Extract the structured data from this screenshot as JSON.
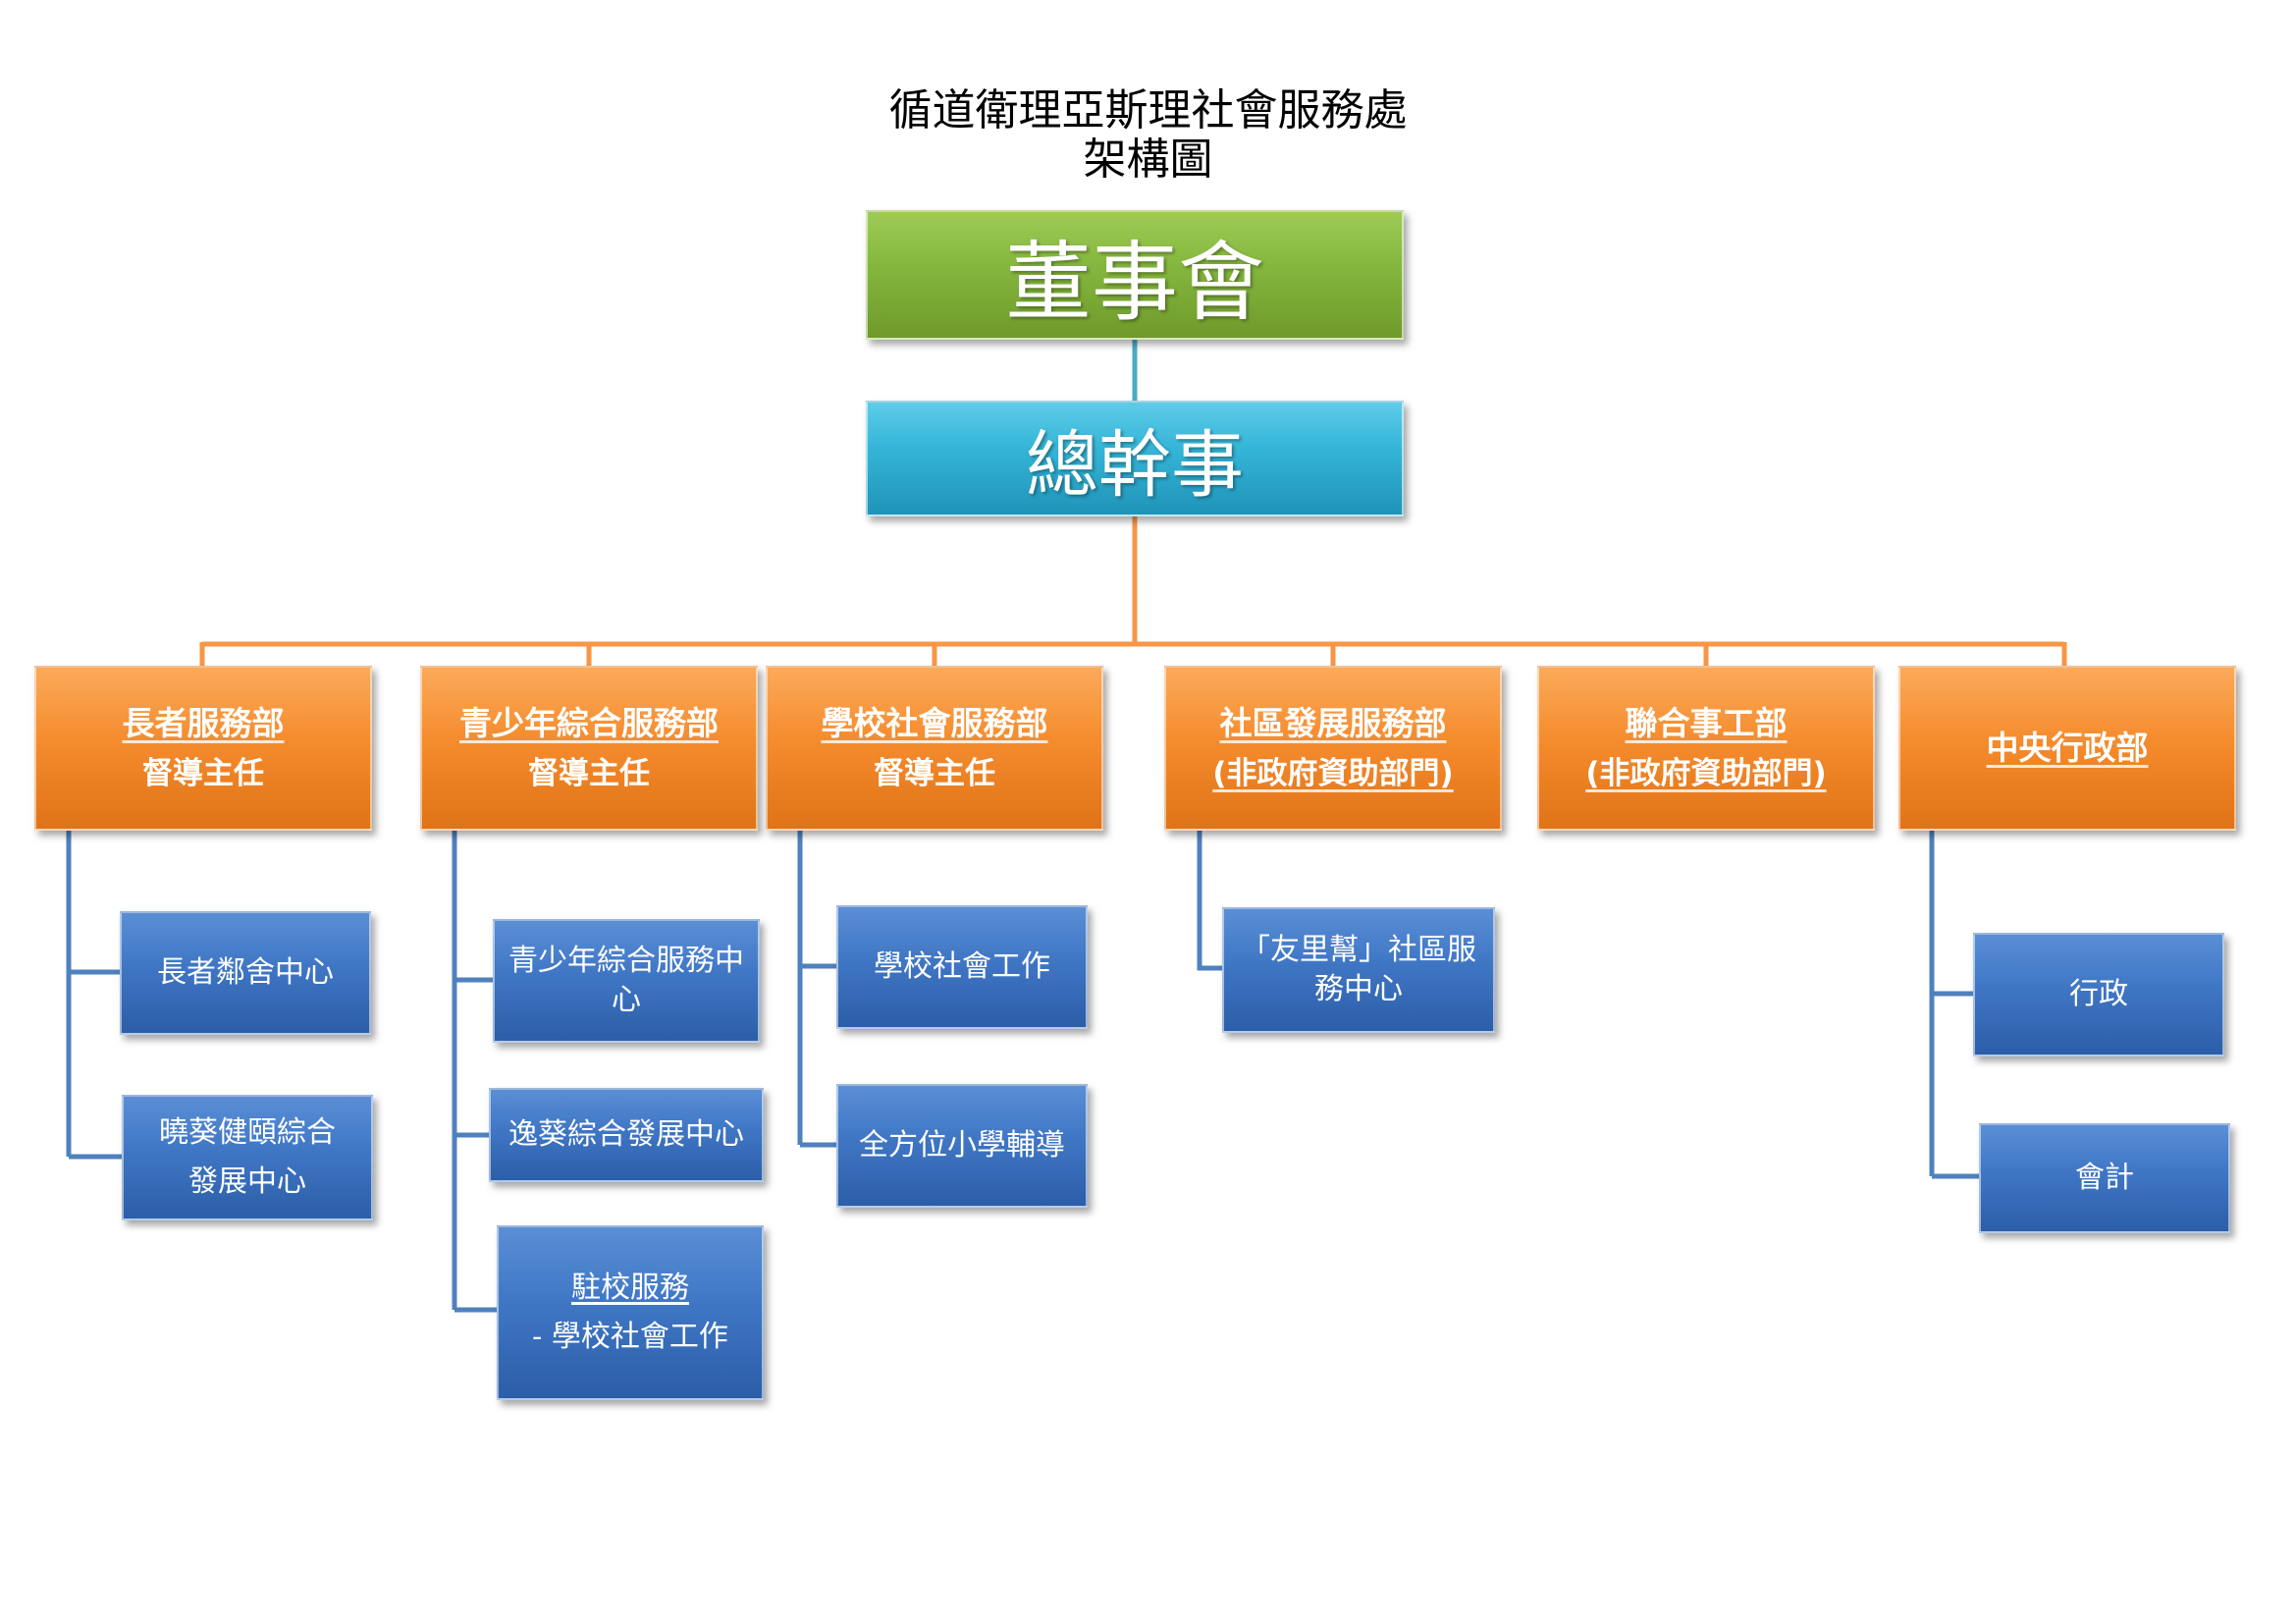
{
  "title": {
    "line1": "循道衛理亞斯理社會服務處",
    "line2": "架構圖"
  },
  "board": "董事會",
  "director": "總幹事",
  "departments": [
    {
      "name": "長者服務部",
      "subtitle": "督導主任",
      "units": [
        {
          "lines": [
            "長者鄰舍中心"
          ]
        },
        {
          "lines": [
            "曉葵健頤綜合",
            "發展中心"
          ]
        }
      ]
    },
    {
      "name": "青少年綜合服務部",
      "subtitle": "督導主任",
      "units": [
        {
          "lines": [
            "青少年綜合服務中",
            "心"
          ]
        },
        {
          "lines": [
            "逸葵綜合發展中心"
          ]
        },
        {
          "lines": [
            "駐校服務",
            "- 學校社會工作"
          ]
        }
      ]
    },
    {
      "name": "學校社會服務部",
      "subtitle": "督導主任",
      "units": [
        {
          "lines": [
            "學校社會工作"
          ]
        },
        {
          "lines": [
            "全方位小學輔導"
          ]
        }
      ]
    },
    {
      "name": "社區發展服務部",
      "subtitle": "(非政府資助部門)",
      "units": [
        {
          "lines": [
            "「友里幫」社區服",
            "務中心"
          ]
        }
      ]
    },
    {
      "name": "聯合事工部",
      "subtitle": "(非政府資助部門)",
      "units": []
    },
    {
      "name": "中央行政部",
      "subtitle": "",
      "units": [
        {
          "lines": [
            "行政"
          ]
        },
        {
          "lines": [
            "會計"
          ]
        }
      ]
    }
  ],
  "colors": {
    "board": "#86b83f",
    "director": "#35b6d8",
    "department": "#f58c2e",
    "unit": "#3f76c4",
    "orange_connector": "#f79646",
    "blue_connector": "#4f81bd"
  }
}
